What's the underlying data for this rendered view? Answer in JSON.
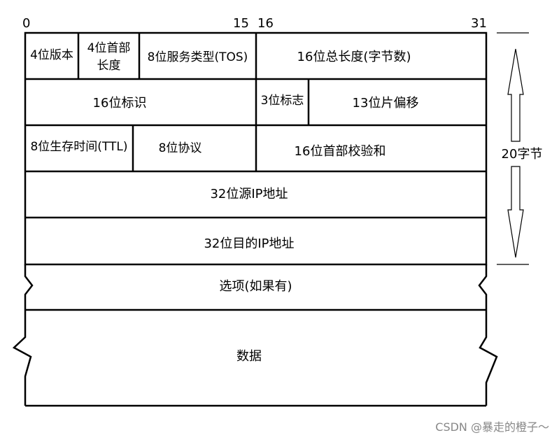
{
  "bit_positions": {
    "start": "0",
    "mid_left": "15",
    "mid_right": "16",
    "end": "31"
  },
  "fields": {
    "version": "4位版本",
    "header_length_line1": "4位首部",
    "header_length_line2": "长度",
    "tos": "8位服务类型(TOS)",
    "total_length": "16位总长度(字节数)",
    "identification": "16位标识",
    "flags": "3位标志",
    "fragment_offset": "13位片偏移",
    "ttl": "8位生存时间(TTL)",
    "protocol": "8位协议",
    "checksum": "16位首部校验和",
    "source_ip": "32位源IP地址",
    "dest_ip": "32位目的IP地址",
    "options": "选项(如果有)",
    "data": "数据"
  },
  "header_size_label": "20字节",
  "watermark": "CSDN @暴走的橙子～",
  "colors": {
    "line": "#000000",
    "background": "#ffffff",
    "watermark": "#888888"
  }
}
